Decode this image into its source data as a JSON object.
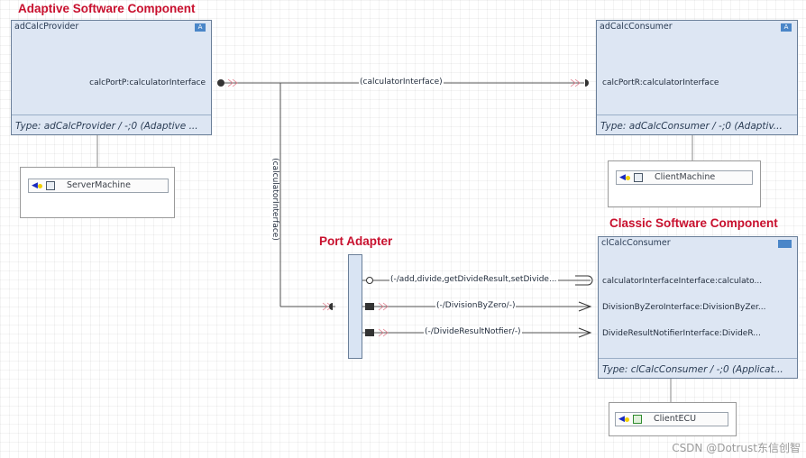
{
  "titles": {
    "adaptive": "Adaptive Software Component",
    "classic": "Classic Software Component",
    "adapter": "Port Adapter"
  },
  "provider": {
    "name": "adCalcProvider",
    "badge": "A",
    "port": "calcPortP:calculatorInterface",
    "type": "Type: adCalcProvider / -;0 (Adaptive ...",
    "machine": "ServerMachine"
  },
  "consumer": {
    "name": "adCalcConsumer",
    "badge": "A",
    "port": "calcPortR:calculatorInterface",
    "type": "Type: adCalcConsumer / -;0 (Adaptiv...",
    "machine": "ClientMachine"
  },
  "classic": {
    "name": "clCalcConsumer",
    "ports": [
      "calculatorInterfaceInterface:calculato...",
      "DivisionByZeroInterface:DivisionByZer...",
      "DivideResultNotifierInterface:DivideR..."
    ],
    "type": "Type: clCalcConsumer / -;0 (Applicat...",
    "ecu": "ClientECU"
  },
  "connectors": {
    "top": "(calculatorInterface)",
    "vertical": "(calculatorInterface)",
    "r1": "(-/add,divide,getDivideResult,setDivide...",
    "r2": "(-/DivisionByZero/-)",
    "r3": "(-/DivideResultNotfier/-)"
  },
  "watermark": "CSDN @Dotrust东信创智",
  "colors": {
    "title": "#c8102e",
    "component_fill": "#dde6f3",
    "badge": "#4a86c8"
  }
}
